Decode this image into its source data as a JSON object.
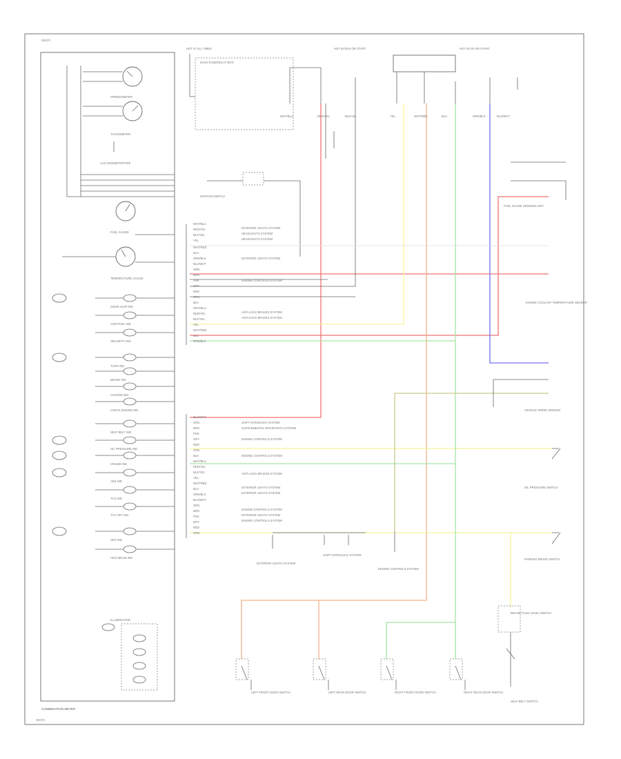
{
  "cluster_label": "COMBINATION METER",
  "footer": "G6CF1",
  "gauges": [
    "SPEEDOMETER",
    "TACHOMETER",
    "LCD ODOMETER/TRIP",
    "FUEL GAUGE",
    "TEMPERATURE GAUGE"
  ],
  "indicators": [
    "DOOR AJAR IND",
    "LOW FUEL IND",
    "SECURITY IND",
    "TURN IND",
    "BRAKE IND",
    "CHARGE IND",
    "CHECK ENGINE IND",
    "SEAT BELT IND",
    "OIL PRESSURE IND",
    "CRUISE IND",
    "ABS IND",
    "TCS IND",
    "TCS OFF IND",
    "SRS IND",
    "HIGH BEAM IND",
    "ILLUMINATION"
  ],
  "fuses": [
    "HOT AT ALL TIMES",
    "HOT IN RUN OR START",
    "HOT IN ON OR START"
  ],
  "wire_colors": [
    "WHT/BLU",
    "RED/YEL",
    "BLK/YEL",
    "YEL",
    "WHT/RED",
    "BLU",
    "GRN/BLK",
    "BLU/WHT",
    "ORN",
    "BRN",
    "PNK",
    "GRY",
    "RED",
    "GRN",
    "BLK"
  ],
  "components": [
    "DASH FUSE/RELAY BOX",
    "IGNITION SWITCH",
    "FUEL GAUGE SENDING UNIT",
    "ENGINE COOLANT TEMPERATURE SENSOR",
    "VEHICLE SPEED SENSOR",
    "OIL PRESSURE SWITCH",
    "BRAKE FLUID LEVEL SWITCH",
    "PARKING BRAKE SWITCH",
    "LEFT FRONT DOOR SWITCH",
    "RIGHT FRONT DOOR SWITCH",
    "LEFT REAR DOOR SWITCH",
    "RIGHT REAR DOOR SWITCH",
    "SEAT BELT SWITCH"
  ],
  "systems": [
    "EXTERIOR LIGHTS SYSTEM",
    "HEADLIGHTS SYSTEM",
    "ENGINE CONTROLS SYSTEM",
    "ANTI-LOCK BRAKES SYSTEM",
    "SUPPLEMENTAL RESTRAINTS SYSTEM",
    "SHIFT INTERLOCK SYSTEM"
  ]
}
